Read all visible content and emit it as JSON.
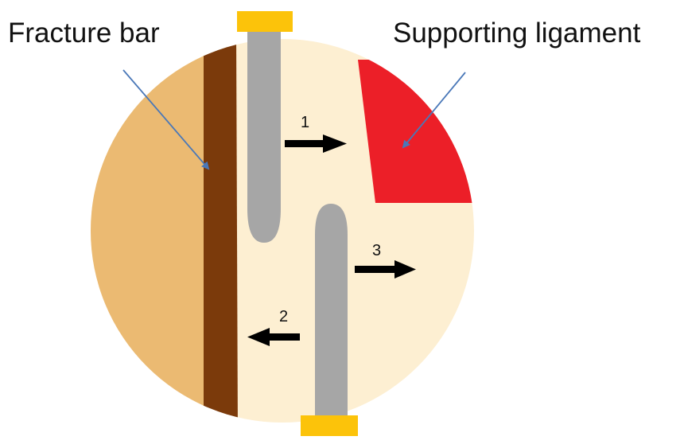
{
  "labels": {
    "fracture_bar": "Fracture bar",
    "supporting_ligament": "Supporting ligament"
  },
  "arrows": [
    {
      "number": "1",
      "direction": "right"
    },
    {
      "number": "2",
      "direction": "left"
    },
    {
      "number": "3",
      "direction": "right"
    }
  ],
  "colors": {
    "outer_region": "#ebba72",
    "inner_region": "#fdefd2",
    "fracture_bar": "#7b3a0b",
    "supporting_ligament": "#ec1f28",
    "pins": "#a6a6a6",
    "pin_caps": "#fcc30a",
    "pointer_lines": "#4a78b8",
    "movement_arrows": "#000000"
  }
}
